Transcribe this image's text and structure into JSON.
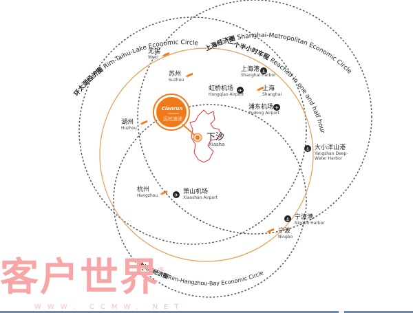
{
  "colors": {
    "accent": "#f07a1a",
    "route": "#e3a25a",
    "dots": "#555555",
    "district": "#d9343a",
    "watermark": "#f6a6a6"
  },
  "circles": {
    "taihu": {
      "cn": "环太湖经济圈",
      "en": "Rim-Taihu-Lake Economic Circle"
    },
    "shanghai": {
      "cn": "上海经济圈",
      "en": "Shanghai-Metropolitan Economic Circle"
    },
    "hangzhou_bay": {
      "cn": "杭州湾经济圈",
      "en": "Rim-Hangzhou-Bay Economic Circle"
    },
    "route": {
      "cn": "一个半小时车程",
      "en": "Reached in one and half hour"
    }
  },
  "logo": {
    "brand": "Clanrun",
    "sub": "LOGISTICS",
    "cn": "远杭速递"
  },
  "center": {
    "cn": "下沙",
    "en": "Xiasha"
  },
  "places": [
    {
      "id": "wuxi",
      "cn": "无锡",
      "en": "Wuxi",
      "icon": "city-bird-icon"
    },
    {
      "id": "suzhou",
      "cn": "苏州",
      "en": "Suzhou",
      "icon": "city-bird-icon"
    },
    {
      "id": "huzhou",
      "cn": "湖州",
      "en": "Huzhou",
      "icon": "city-bird-icon"
    },
    {
      "id": "hangzhou",
      "cn": "杭州",
      "en": "Hangzhou",
      "icon": "city-bird-icon"
    },
    {
      "id": "shanghai",
      "cn": "上海",
      "en": "Shanghai",
      "icon": "city-bird-icon"
    },
    {
      "id": "ningbo",
      "cn": "宁波",
      "en": "Ningbo",
      "icon": "city-bird-icon"
    },
    {
      "id": "shanghai_harbor",
      "cn": "上海港",
      "en": "Shanghai Harbor",
      "icon": "anchor-icon"
    },
    {
      "id": "hongqiao",
      "cn": "虹桥机场",
      "en": "Hongqiao Airport",
      "icon": "airplane-icon"
    },
    {
      "id": "pudong",
      "cn": "浦东机场",
      "en": "Pudong Airport",
      "icon": "airplane-icon"
    },
    {
      "id": "yangshan",
      "cn": "大小洋山港",
      "en": "Yangshan Deep-Water Harbor",
      "en2": "Water Harbor",
      "en1": "Yangshan Deep-",
      "icon": "anchor-icon"
    },
    {
      "id": "xiaoshan",
      "cn": "萧山机场",
      "en": "Xiaoshan Airport",
      "icon": "airplane-icon"
    },
    {
      "id": "ningbo_harbor",
      "cn": "宁波港",
      "en": "Ningbo Harbor",
      "icon": "anchor-icon"
    }
  ],
  "watermark": {
    "text": "客户世界",
    "url": "WWW. CCMW. NET",
    "reg": "®"
  }
}
